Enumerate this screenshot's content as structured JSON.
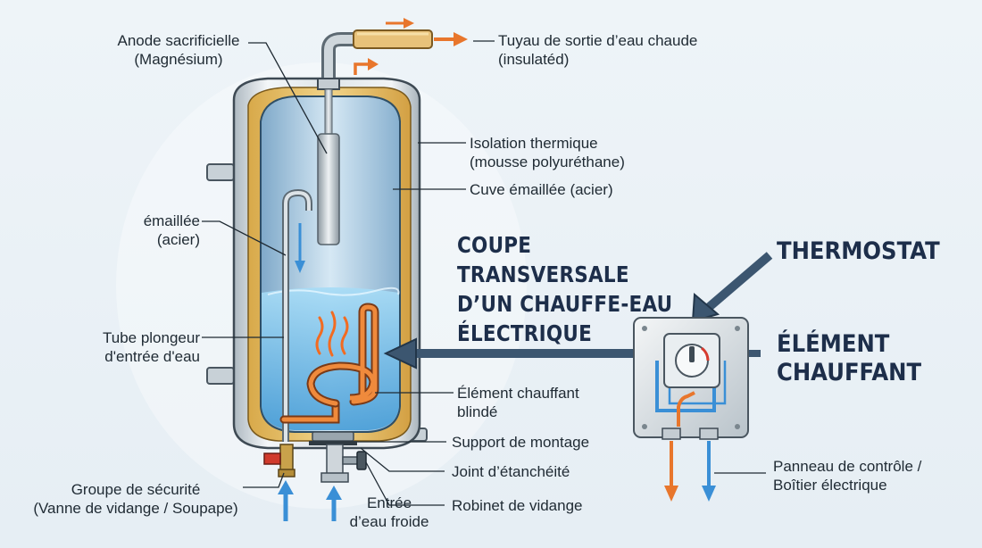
{
  "title": {
    "line1": "COUPE TRANSVERSALE",
    "line2": "D’UN CHAUFFE-EAU",
    "line3": "ÉLECTRIQUE"
  },
  "labels": {
    "anode": [
      "Anode sacrificielle",
      "(Magnésium)"
    ],
    "outlet_pipe": [
      "Tuyau de sortie d’eau chaude",
      "(insulatéd)"
    ],
    "insulation": [
      "Isolation thermique",
      "(mousse polyuréthane)"
    ],
    "tank": [
      "Cuve émaillée (acier)"
    ],
    "emaillee": [
      "émaillée",
      "(acier)"
    ],
    "dip_tube": [
      "Tube plongeur",
      "d'entrée d'eau"
    ],
    "element": [
      "Élément chauffant",
      "blindé"
    ],
    "mount": [
      "Support de montage"
    ],
    "seal": [
      "Joint d’étanchéité"
    ],
    "drain_valve": [
      "Robinet de vidange"
    ],
    "safety_group": [
      "Groupe de sécurité",
      "(Vanne de vidange / Soupape)"
    ],
    "cold_inlet": [
      "Entrée",
      "d’eau froide"
    ],
    "control_panel": [
      "Panneau de contrôle /",
      "Boîtier électrique"
    ]
  },
  "callouts": {
    "thermostat": "THERMOSTAT",
    "element_line1": "ÉLÉMENT",
    "element_line2": "CHAUFFANT"
  },
  "colors": {
    "hot": "#e8762c",
    "cold": "#3a8fd6",
    "insulation": "#e9c46a",
    "steel": "#c9d2d8",
    "water": "#7fc4ec",
    "text": "#1f2a33",
    "title": "#1d2e4a"
  }
}
